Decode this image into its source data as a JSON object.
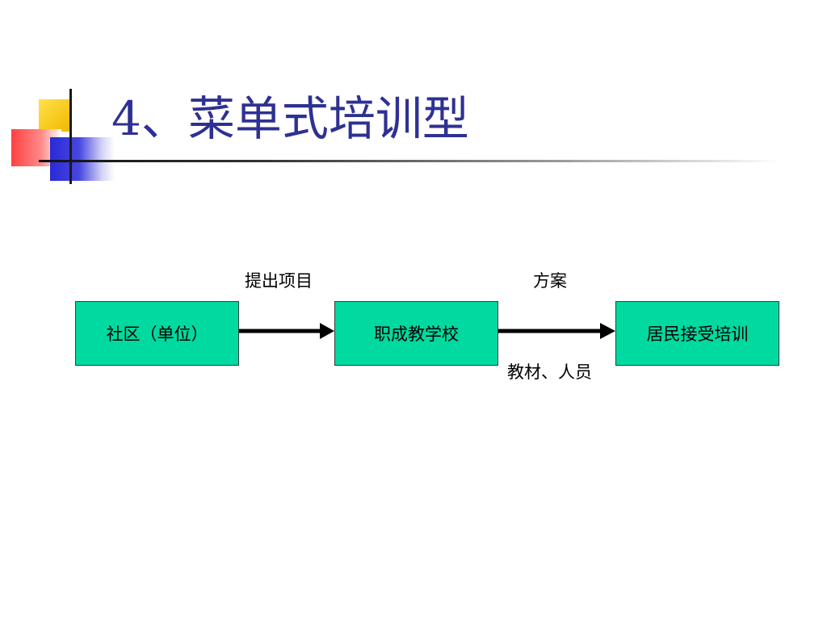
{
  "slide": {
    "title": "4、菜单式培训型"
  },
  "diagram": {
    "nodes": [
      {
        "label": "社区（单位）"
      },
      {
        "label": "职成教学校"
      },
      {
        "label": "居民接受培训"
      }
    ],
    "edges": [
      {
        "from": 0,
        "to": 1,
        "label_above": "提出项目"
      },
      {
        "from": 1,
        "to": 2,
        "label_above": "方案",
        "label_below": "教材、人员"
      }
    ],
    "colors": {
      "title": "#2e3192",
      "node_fill": "#00d9a0",
      "arrow": "#000000"
    }
  }
}
